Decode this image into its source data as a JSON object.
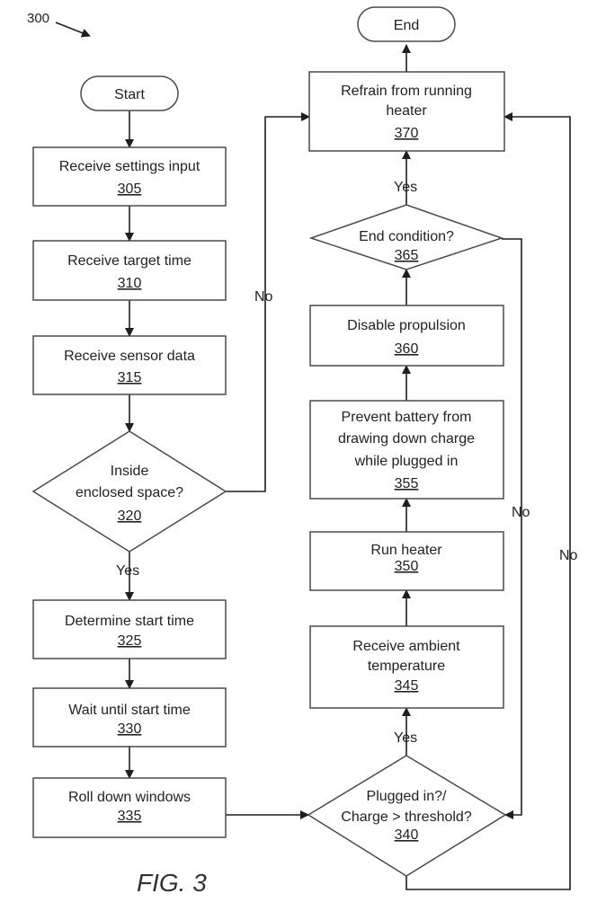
{
  "figure": {
    "ref_number": "300",
    "caption": "FIG. 3"
  },
  "nodes": {
    "start": {
      "label": "Start"
    },
    "end": {
      "label": "End"
    },
    "n305": {
      "lines": [
        "Receive settings input"
      ],
      "num": "305"
    },
    "n310": {
      "lines": [
        "Receive target time"
      ],
      "num": "310"
    },
    "n315": {
      "lines": [
        "Receive sensor data"
      ],
      "num": "315"
    },
    "n320": {
      "lines": [
        "Inside",
        "enclosed space?"
      ],
      "num": "320"
    },
    "n325": {
      "lines": [
        "Determine start time"
      ],
      "num": "325"
    },
    "n330": {
      "lines": [
        "Wait until start time"
      ],
      "num": "330"
    },
    "n335": {
      "lines": [
        "Roll down windows"
      ],
      "num": "335"
    },
    "n340": {
      "lines": [
        "Plugged in?/",
        "Charge > threshold?"
      ],
      "num": "340"
    },
    "n345": {
      "lines": [
        "Receive ambient",
        "temperature"
      ],
      "num": "345"
    },
    "n350": {
      "lines": [
        "Run heater"
      ],
      "num": "350"
    },
    "n355": {
      "lines": [
        "Prevent battery from",
        "drawing down charge",
        "while plugged in"
      ],
      "num": "355"
    },
    "n360": {
      "lines": [
        "Disable propulsion"
      ],
      "num": "360"
    },
    "n365": {
      "lines": [
        "End condition?"
      ],
      "num": "365"
    },
    "n370": {
      "lines": [
        "Refrain from running",
        "heater"
      ],
      "num": "370"
    }
  },
  "edge_labels": {
    "no_320": "No",
    "yes_320": "Yes",
    "yes_340": "Yes",
    "no_340": "No",
    "yes_365": "Yes",
    "no_365": "No"
  }
}
